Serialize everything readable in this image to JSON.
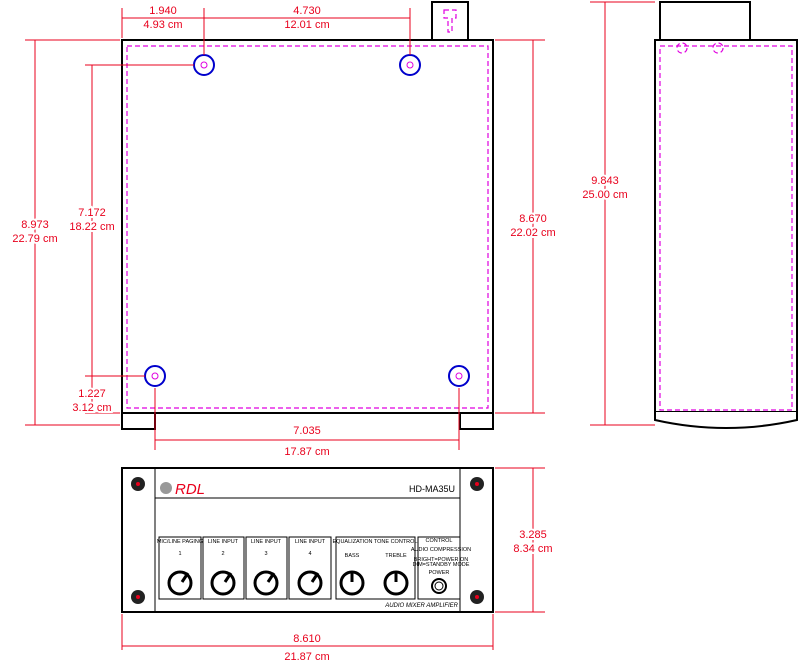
{
  "colors": {
    "dimension": "#e8001c",
    "hidden_line": "#e000e0",
    "mount_hole": "#0000cc",
    "brand": "#e8001c"
  },
  "top_view": {
    "dim_hole_x": [
      "1.940",
      "4.93 cm"
    ],
    "dim_hole_spacing": [
      "4.730",
      "12.01 cm"
    ],
    "dim_overall_depth": [
      "8.973",
      "22.79 cm"
    ],
    "dim_hole_depth": [
      "7.172",
      "18.22 cm"
    ],
    "dim_hole_offset": [
      "1.227",
      "3.12 cm"
    ],
    "dim_body_depth": [
      "8.670",
      "22.02 cm"
    ],
    "dim_bottom_holes": [
      "7.035",
      "17.87 cm"
    ]
  },
  "side_view": {
    "dim_height": [
      "9.843",
      "25.00 cm"
    ]
  },
  "front_view": {
    "brand": "RDL",
    "model": "HD-MA35U",
    "subtitle": "AUDIO MIXER AMPLIFIER",
    "channels": [
      {
        "label": "MIC/LINE PAGING",
        "number": "1"
      },
      {
        "label": "LINE INPUT",
        "number": "2"
      },
      {
        "label": "LINE INPUT",
        "number": "3"
      },
      {
        "label": "LINE INPUT",
        "number": "4"
      }
    ],
    "eq": {
      "title": "EQUALIZATION TONE CONTROL",
      "bass": "BASS",
      "treble": "TREBLE"
    },
    "control": {
      "title": "CONTROL",
      "compression": "AUDIO COMPRESSION",
      "led1": "BRIGHT=POWER ON",
      "led2": "DIM=STANDBY MODE",
      "power": "POWER"
    },
    "dim_height": [
      "3.285",
      "8.34 cm"
    ],
    "dim_width": [
      "8.610",
      "21.87 cm"
    ]
  }
}
